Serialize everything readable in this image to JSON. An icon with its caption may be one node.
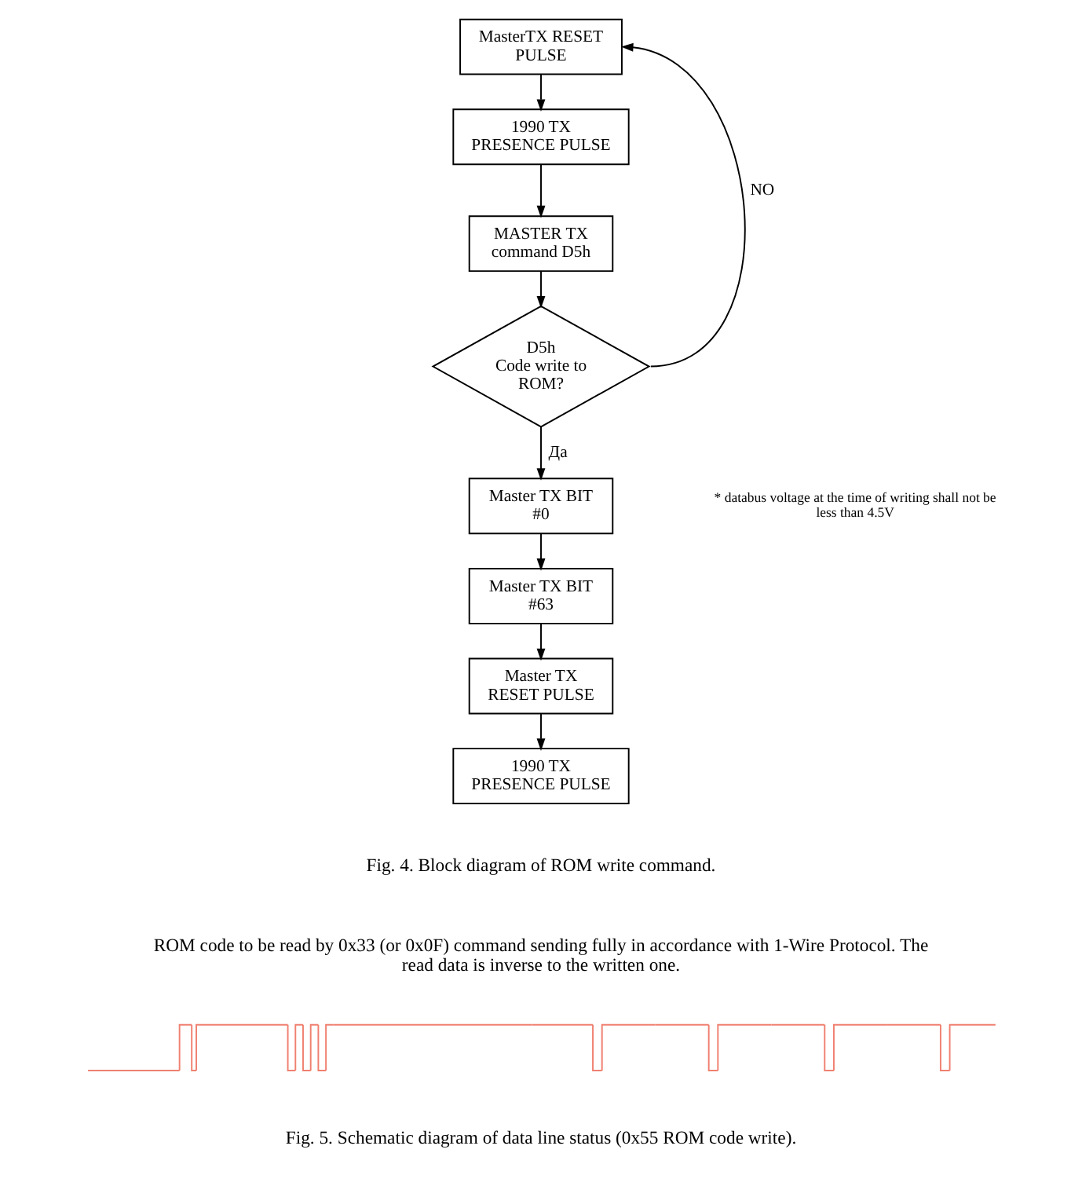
{
  "diagram": {
    "nodes": [
      {
        "text": [
          "MasterTX RESET PULSE"
        ]
      },
      {
        "text": [
          "1990 TX PRESENCE PULSE"
        ]
      },
      {
        "text": [
          "MASTER TX command D5h"
        ]
      },
      {
        "text": [
          "D5h",
          "Code write to ROM?"
        ]
      },
      {
        "text": [
          "Master TX BIT #0"
        ]
      },
      {
        "text": [
          "Master TX BIT #63"
        ]
      },
      {
        "text": [
          "Master TX RESET PULSE"
        ]
      },
      {
        "text": [
          "1990 TX PRESENCE PULSE"
        ]
      }
    ],
    "edges": [
      {
        "from": 0,
        "to": 1,
        "arrow": "to"
      },
      {
        "from": 1,
        "to": 2,
        "arrow": "to"
      },
      {
        "from": 2,
        "to": 3,
        "arrow": "to"
      },
      {
        "from": 3,
        "to": 0,
        "arrow": "to",
        "label": "NO"
      },
      {
        "from": 3,
        "to": 4,
        "arrow": "to",
        "label": "Да"
      },
      {
        "from": 4,
        "to": 5,
        "arrow": "to"
      },
      {
        "from": 5,
        "to": 6,
        "arrow": "to"
      },
      {
        "from": 6,
        "to": 7,
        "arrow": "to"
      }
    ],
    "labels": [
      "* databus voltage at the time of writing shall not be less than 4.5V",
      "Fig. 4. Block diagram of ROM write command.",
      "ROM code to be read by 0x33 (or 0x0F) command sending fully in accordance with 1-Wire Protocol. The read data is inverse to the written one.",
      "Fig. 5. Schematic diagram of data line status (0x55 ROM code write)."
    ]
  }
}
